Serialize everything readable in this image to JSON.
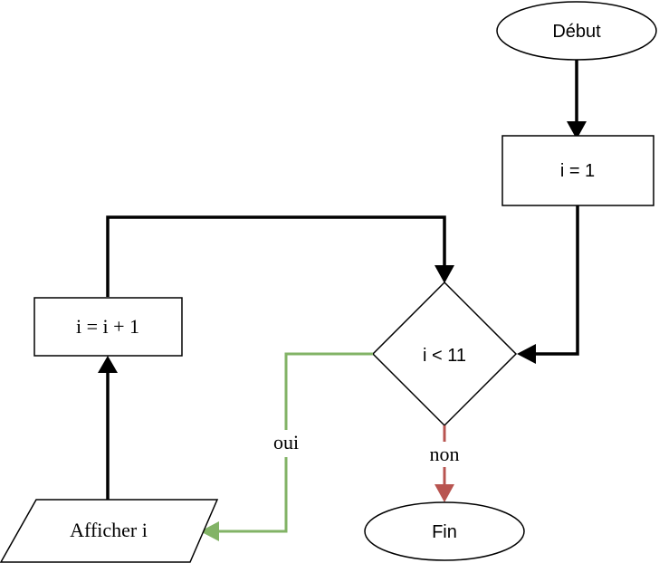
{
  "flowchart": {
    "start": "Début",
    "init": "i = 1",
    "condition": "i < 11",
    "increment": "i = i + 1",
    "output": "Afficher i",
    "end": "Fin",
    "yes_label": "oui",
    "no_label": "non"
  },
  "colors": {
    "default_edge": "#000000",
    "yes_edge": "#82b366",
    "no_edge": "#b85450"
  }
}
